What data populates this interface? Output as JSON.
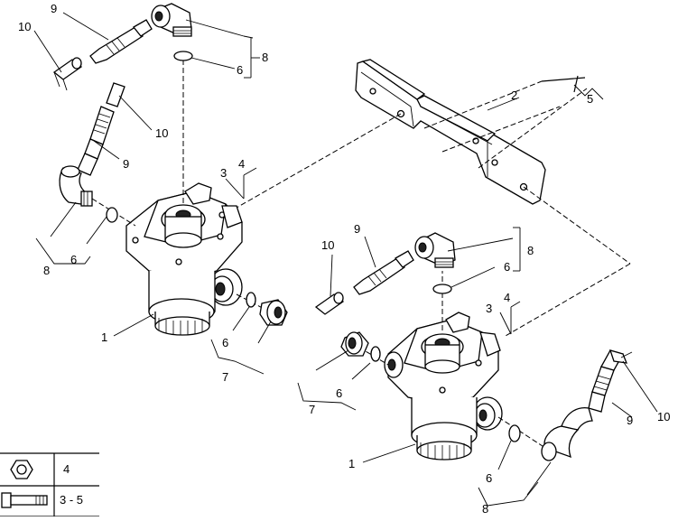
{
  "callouts": {
    "a1": "1",
    "a2": "2",
    "a3": "3",
    "a4": "4",
    "a5": "5",
    "a6_top": "6",
    "a6_left": "6",
    "a6_mid": "6",
    "a7": "7",
    "a8_top": "8",
    "a8_left": "8",
    "a9_top": "9",
    "a9_left": "9",
    "a10_top": "10",
    "a10_left": "10",
    "b1": "1",
    "b3": "3",
    "b4": "4",
    "b6_top": "6",
    "b6_left": "6",
    "b6_bottom": "6",
    "b7": "7",
    "b8_top": "8",
    "b8_bottom": "8",
    "b9_top": "9",
    "b9_right": "9",
    "b10_top": "10",
    "b10_right": "10"
  },
  "legend": {
    "nut_label": "4",
    "bolt_label": "3 - 5"
  }
}
